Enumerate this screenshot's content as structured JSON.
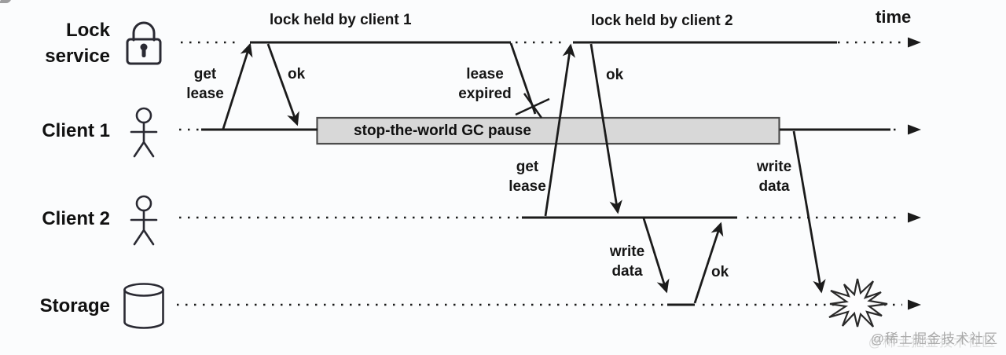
{
  "header": {
    "time_label": "time"
  },
  "lanes": [
    {
      "label": "Lock service",
      "icon": "padlock-icon"
    },
    {
      "label": "Client 1",
      "icon": "person-icon"
    },
    {
      "label": "Client 2",
      "icon": "person-icon"
    },
    {
      "label": "Storage",
      "icon": "database-icon"
    }
  ],
  "annotations": {
    "lock_held_by_client_1": "lock held by client 1",
    "lock_held_by_client_2": "lock held by client 2",
    "get_lease_client1": "get lease",
    "ok_client1": "ok",
    "lease_expired": "lease expired",
    "get_lease_client2": "get lease",
    "ok_client2": "ok",
    "gc_pause": "stop-the-world GC pause",
    "write_data_client2": "write data",
    "ok_storage": "ok",
    "write_data_client1": "write data"
  },
  "watermark": {
    "text": "@稀土掘金技术社区"
  },
  "colors": {
    "line": "#1b1b1b",
    "text": "#161616",
    "gc_box_fill": "#d8d8d8",
    "gc_box_border": "#4c4c4c",
    "background": "#fbfcfd",
    "watermark": "#a9a9a9"
  }
}
